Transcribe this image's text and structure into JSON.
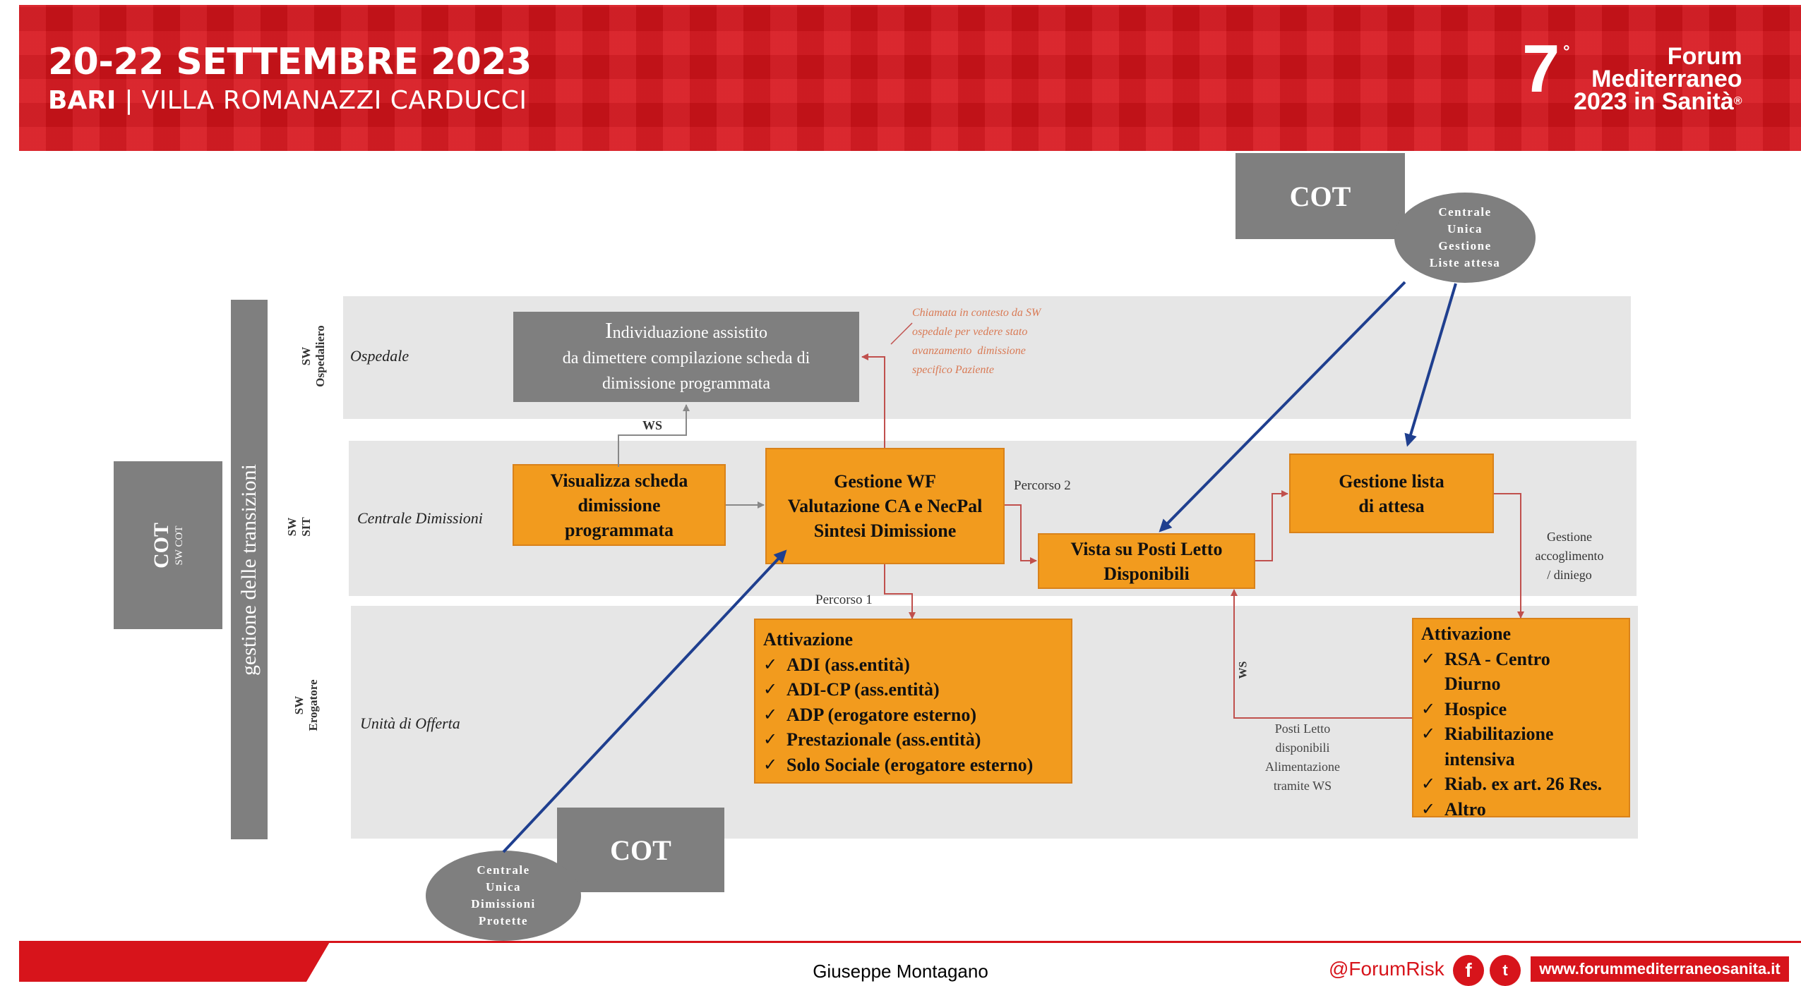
{
  "header": {
    "date": "20-22 SETTEMBRE 2023",
    "city": "BARI",
    "separator": "|",
    "venue": "VILLA ROMANAZZI CARDUCCI",
    "logo": {
      "number": "7",
      "superscript": "°",
      "line1": "Forum",
      "line2": "Mediterraneo",
      "line3": "2023 in Sanità",
      "registered": "®"
    }
  },
  "diagram": {
    "side_bar": "gestione delle transizioni",
    "cot_left": {
      "title": "COT",
      "subtitle": "SW COT"
    },
    "cot_top": {
      "title": "COT",
      "ellipse": [
        "Centrale",
        "Unica",
        "Gestione",
        "Liste attesa"
      ]
    },
    "cot_bottom": {
      "title": "COT",
      "ellipse": [
        "Centrale",
        "Unica",
        "Dimissioni",
        "Protette"
      ]
    },
    "lanes": [
      {
        "name": "Ospedale",
        "sw": [
          "SW",
          "Ospedaliero"
        ]
      },
      {
        "name": "Centrale Dimissioni",
        "sw": [
          "SW",
          "SIT"
        ]
      },
      {
        "name": "Unità di Offerta",
        "sw": [
          "SW",
          "Erogatore"
        ]
      }
    ],
    "individuazione": {
      "initial": "I",
      "line1_rest": "ndividuazione assistito",
      "line2": "da dimettere compilazione scheda di",
      "line3": "dimissione programmata"
    },
    "chiamata_note": [
      "Chiamata in contesto da SW",
      "ospedale per vedere stato",
      "avanzamento  dimissione",
      "specifico Paziente"
    ],
    "ws_label": "WS",
    "visualizza": [
      "Visualizza scheda",
      "dimissione",
      "programmata"
    ],
    "gestione_wf": [
      "Gestione WF",
      "Valutazione CA e NecPal",
      "Sintesi Dimissione"
    ],
    "percorso2": "Percorso 2",
    "percorso1": "Percorso 1",
    "vista_posti": [
      "Vista su Posti Letto",
      "Disponibili"
    ],
    "gestione_lista": [
      "Gestione lista",
      "di attesa"
    ],
    "gestione_accoglimento": [
      "Gestione",
      "accoglimento",
      "/ diniego"
    ],
    "posti_letto_note": [
      "Posti Letto",
      "disponibili",
      "Alimentazione",
      "tramite WS"
    ],
    "ws_vertical": "WS",
    "check_mark": "✓",
    "attivazione1": {
      "title": "Attivazione",
      "items": [
        "ADI (ass.entità)",
        "ADI-CP (ass.entità)",
        "ADP (erogatore esterno)",
        "Prestazionale (ass.entità)",
        "Solo Sociale (erogatore esterno)"
      ]
    },
    "attivazione2": {
      "title": "Attivazione",
      "items": [
        [
          "RSA - Centro",
          "Diurno"
        ],
        [
          "Hospice"
        ],
        [
          "Riabilitazione",
          "intensiva"
        ],
        [
          "Riab. ex art. 26 Res."
        ],
        [
          "Altro"
        ]
      ]
    }
  },
  "footer": {
    "presenter": "Giuseppe Montagano",
    "social_handle": "@ForumRisk",
    "facebook_glyph": "f",
    "twitter_glyph": "t",
    "website": "www.forummediterraneosanita.it"
  },
  "colors": {
    "brand_red": "#d7141b",
    "box_orange": "#f29b1e",
    "box_grey": "#7f7f7f",
    "lane_grey": "#e6e6e6",
    "arrow_blue": "#1f3f8f",
    "connector_red": "#c0504d"
  }
}
